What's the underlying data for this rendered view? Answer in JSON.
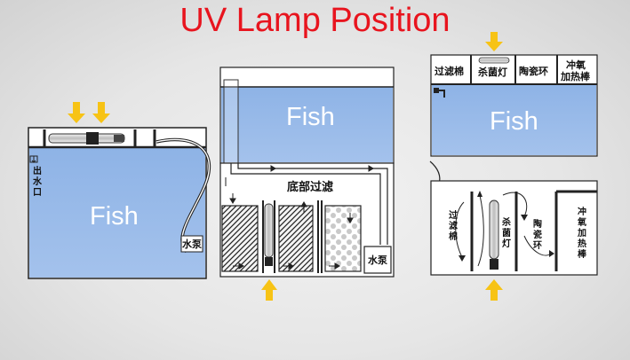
{
  "title": "UV Lamp Position",
  "diagrams": {
    "left": {
      "fish_label": "Fish",
      "outlet_label": [
        "出",
        "水",
        "口"
      ],
      "pump_label": "水泵"
    },
    "middle": {
      "fish_label": "Fish",
      "sump_label": "底部过滤",
      "pump_label": "水泵"
    },
    "right": {
      "fish_label": "Fish",
      "top_labels": [
        "过滤棉",
        "杀菌灯",
        "陶瓷环",
        "冲氧",
        "加热棒"
      ],
      "bottom_labels": {
        "filter_wool": [
          "过",
          "滤",
          "棉"
        ],
        "uv_lamp": [
          "杀",
          "菌",
          "灯"
        ],
        "ceramic_rings": [
          "陶",
          "瓷",
          "环"
        ],
        "oxygen_heater": [
          "冲",
          "氧",
          "加",
          "热",
          "棒"
        ]
      }
    }
  },
  "colors": {
    "title": "#e8141e",
    "water": "#8fb4e6",
    "arrow": "#f7c315"
  }
}
